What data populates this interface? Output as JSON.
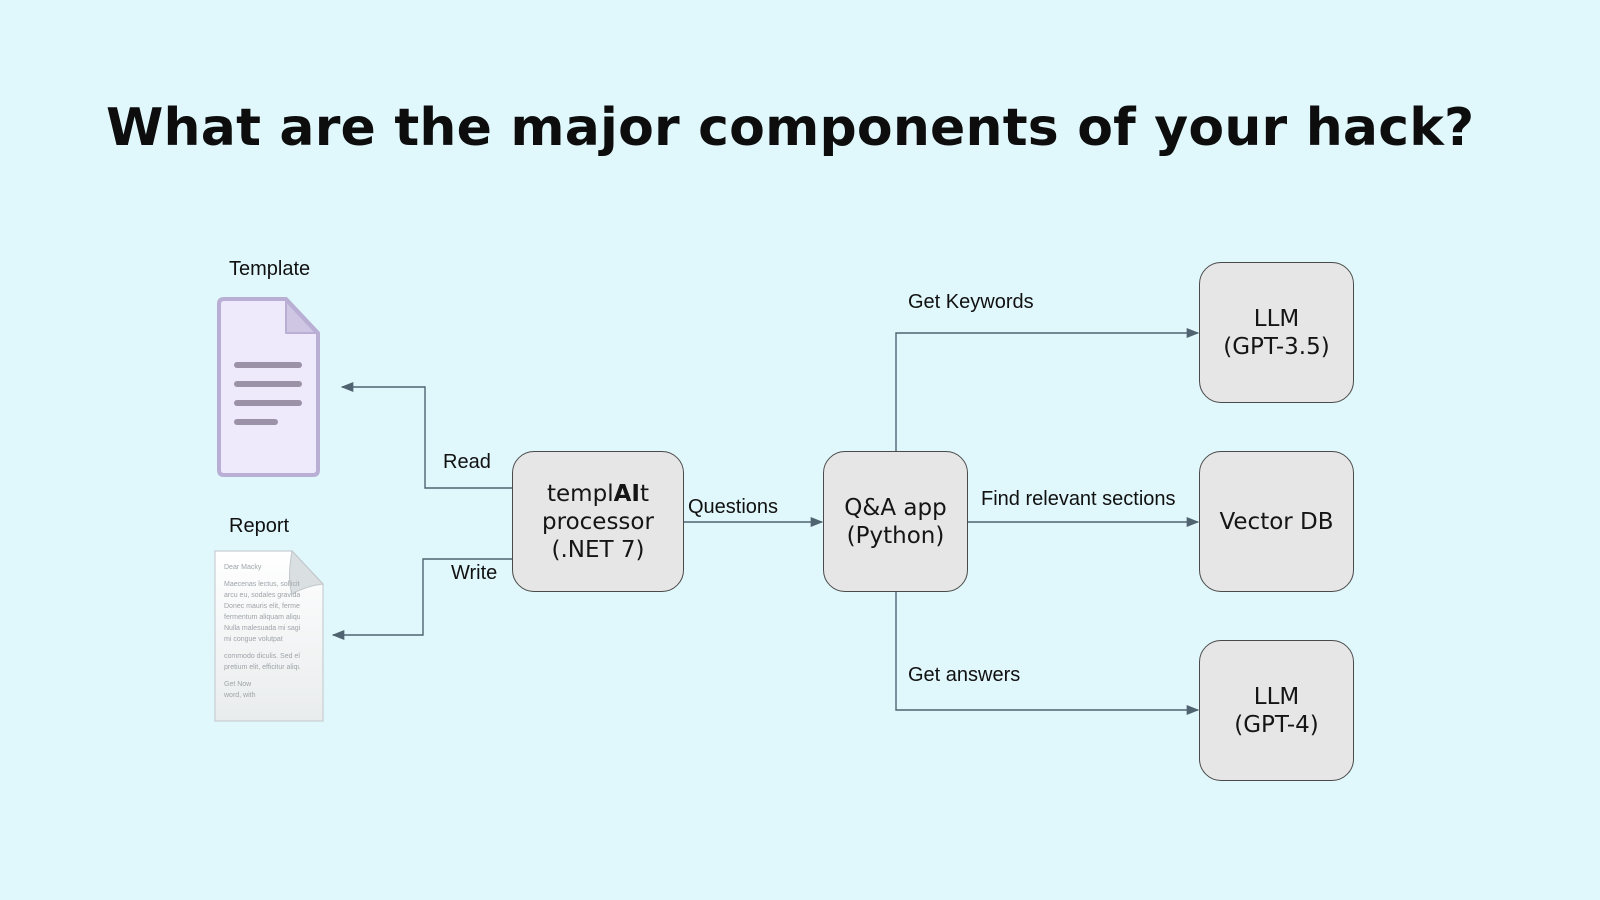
{
  "slide": {
    "title": "What are the major components of your hack?"
  },
  "diagram": {
    "files": {
      "template_label": "Template",
      "report_label": "Report"
    },
    "processor": {
      "name_pre": "templ",
      "name_bold": "AI",
      "name_post": "t",
      "line2": "processor",
      "line3": "(.NET 7)"
    },
    "qa_app": {
      "line1": "Q&A app",
      "line2": "(Python)"
    },
    "llm_35": {
      "line1": "LLM",
      "line2": "(GPT-3.5)"
    },
    "vector_db": {
      "line1": "Vector DB"
    },
    "llm_4": {
      "line1": "LLM",
      "line2": "(GPT-4)"
    },
    "edges": {
      "read": "Read",
      "write": "Write",
      "questions": "Questions",
      "get_keywords": "Get Keywords",
      "find_sections": "Find relevant sections",
      "get_answers": "Get answers"
    },
    "report_doc_text": [
      "Dear Macky",
      "Maecenas lectus, sollicitudin",
      "arcu eu, sodales gravida",
      "Donec mauris elit, fermentum",
      "fermentum aliquam aliquet",
      "Nulla malesuada mi sagittis",
      "mi congue volutpat",
      "commodo diculis. Sed eleifend",
      "pretium elit, efficitur aliquam",
      "Get Now",
      "word, with"
    ],
    "colors": {
      "background": "#e0f7fb",
      "node_fill": "#e6e6e6",
      "node_border": "#4a4a4a",
      "edge": "#4f6470",
      "template_icon": "#efeafb",
      "template_icon_border": "#b9aed3",
      "template_icon_lines": "#9b92a8"
    }
  }
}
